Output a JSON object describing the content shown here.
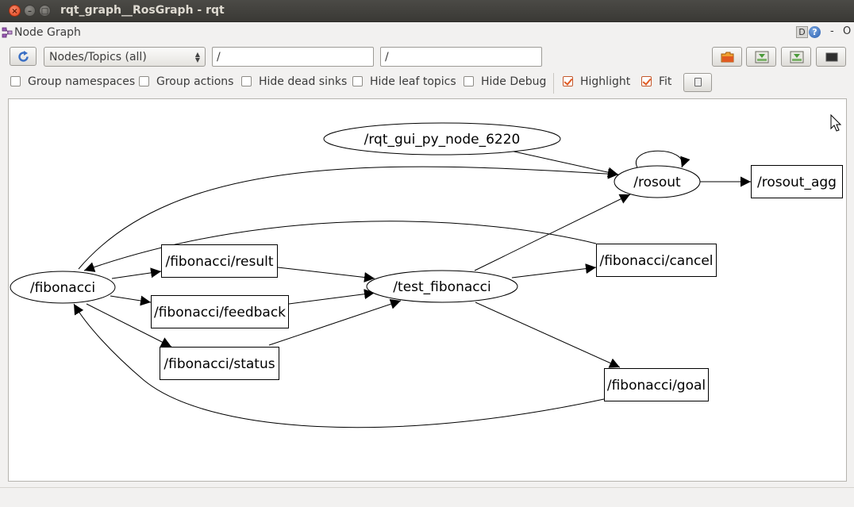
{
  "window": {
    "title": "rqt_graph__RosGraph - rqt",
    "close_glyph": "×",
    "minimize_glyph": "–",
    "maximize_glyph": "□"
  },
  "dock": {
    "title": "Node Graph",
    "d_label": "D",
    "help_label": "?",
    "minus_label": "-",
    "o_label": "O"
  },
  "toolbar": {
    "graph_type": "Nodes/Topics (all)",
    "node_filter": "/",
    "topic_filter": "/"
  },
  "options": [
    {
      "label": "Group namespaces",
      "checked": false
    },
    {
      "label": "Group actions",
      "checked": false
    },
    {
      "label": "Hide dead sinks",
      "checked": false
    },
    {
      "label": "Hide leaf topics",
      "checked": false
    },
    {
      "label": "Hide Debug",
      "checked": false
    },
    {
      "label": "Highlight",
      "checked": true
    },
    {
      "label": "Fit",
      "checked": true
    }
  ],
  "graph": {
    "nodes": [
      {
        "label": "/rqt_gui_py_node_6220"
      },
      {
        "label": "/rosout"
      },
      {
        "label": "/fibonacci"
      },
      {
        "label": "/test_fibonacci"
      }
    ],
    "topics": [
      {
        "label": "/rosout_agg"
      },
      {
        "label": "/fibonacci/result"
      },
      {
        "label": "/fibonacci/feedback"
      },
      {
        "label": "/fibonacci/status"
      },
      {
        "label": "/fibonacci/cancel"
      },
      {
        "label": "/fibonacci/goal"
      }
    ]
  },
  "colors": {
    "titlebar": "#3c3b37",
    "checked_accent": "#e05a22",
    "canvas": "#ffffff"
  }
}
